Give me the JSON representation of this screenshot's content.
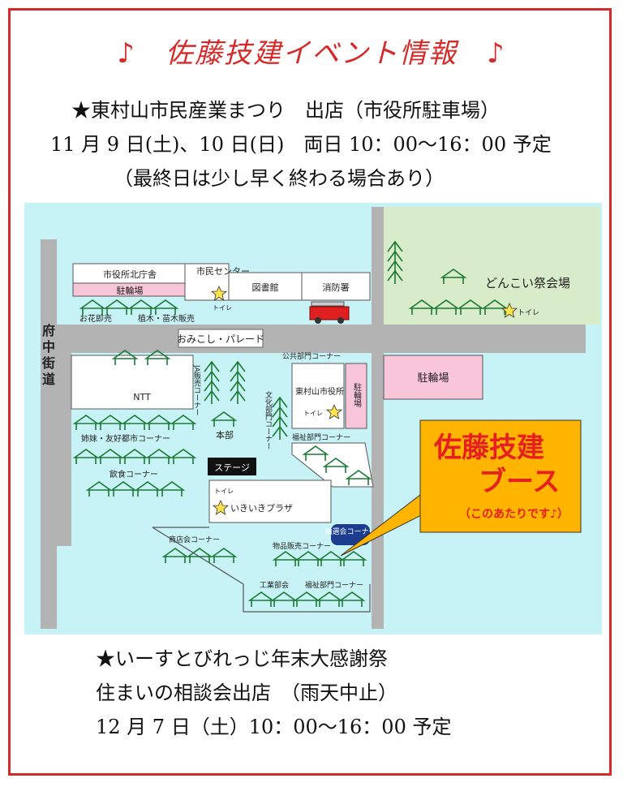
{
  "title": "♪　佐藤技建イベント情報　♪",
  "event1": {
    "name": "★東村山市民産業まつり　出店（市役所駐車場）",
    "datetime": "11 月 9 日(土)、10 日(日)　両日 10：00～16：00 予定",
    "note": "（最終日は少し早く終わる場合あり）"
  },
  "map": {
    "road_west": "府中街道",
    "parade": "おみこし・パレード",
    "north_office": "市役所北庁舎",
    "bike_parking_1": "駐輪場",
    "citizen_center": "市民センター",
    "toilet": "トイレ",
    "library": "図書館",
    "fire_station": "消防署",
    "donkoi": "どんこい祭会場",
    "flower_sale": "お花即売",
    "plant_sale": "植木・苗木販売",
    "ntt": "NTT",
    "ja": "JA販売コーナー",
    "public": "公共部門コーナー",
    "city_hall": "東村山市役所",
    "bike_parking_2": "駐輪場",
    "bike_parking_3": "駐輪場",
    "culture": "文化部門コーナー",
    "welfare1": "福祉部門コーナー",
    "sister_city": "姉妹・友好都市コーナー",
    "hq": "本部",
    "food": "飲食コーナー",
    "stage": "ステージ",
    "plaza": "いきいきプラザ",
    "lottery": "抽選会コーナー",
    "shops": "商店会コーナー",
    "goods": "物品販売コーナー",
    "industry": "工業部会",
    "welfare2": "福祉部門コーナー",
    "booth_line1": "佐藤技建",
    "booth_line2": "ブース",
    "booth_note": "（このあたりです♪）"
  },
  "event2": {
    "name": "★いーすとびれっじ年末大感謝祭",
    "sub": "住まいの相談会出店　（雨天中止）",
    "datetime": "12 月 7 日（土）10：00～16：00 予定"
  },
  "colors": {
    "red": "#d42a2a",
    "map_bg": "#c8f3f6",
    "road": "#b3b3b3",
    "green": "#d9ecc9",
    "pink": "#f8c6d8",
    "orange": "#ffb400"
  }
}
